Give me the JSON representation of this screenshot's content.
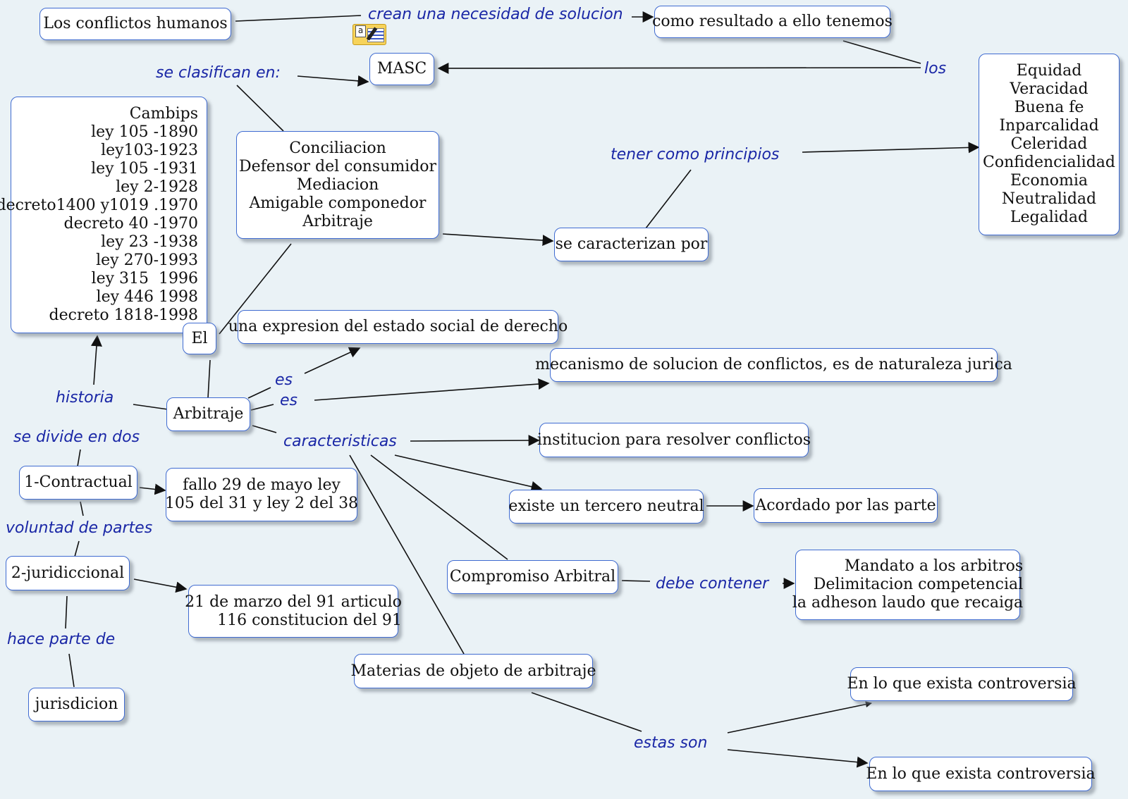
{
  "colors": {
    "background": "#eaf2f6",
    "concept_border": "#3f6bd1",
    "phrase_text": "#1a27a6",
    "line": "#111111"
  },
  "icons": {
    "note": "annotation-note-icon"
  },
  "concepts": {
    "conflictos": "Los conflictos humanos",
    "resultado": "como resultado a ello tenemos",
    "masc": "MASC",
    "clasificacion": "Conciliacion\nDefensor del consumidor\nMediacion\nAmigable componedor\nArbitraje",
    "historia_box": "Cambips\nley 105 -1890\nley103-1923\nley 105 -1931\nley 2-1928\ndecreto1400 y1019 .1970\ndecreto 40 -1970\nley 23 -1938\nley 270-1993\nley 315  1996\nley 446 1998\ndecreto 1818-1998",
    "principios": "Equidad\nVeracidad\nBuena fe\nInparcalidad\nCeleridad\nConfidencialidad\nEconomia\nNeutralidad\nLegalidad",
    "se_caracterizan": "se caracterizan por",
    "el": "El",
    "expresion": "una expresion del estado social de derecho",
    "mecanismo": "mecanismo de solucion de conflictos, es de naturaleza jurica",
    "arbitraje": "Arbitraje",
    "institucion": "institucion para resolver conflictos",
    "tercero": "existe un tercero neutral",
    "acordado": "Acordado por las parte",
    "contractual": "1-Contractual",
    "fallo": "fallo 29 de mayo ley\n105 del 31 y ley 2 del 38",
    "juridiccional": "2-juridiccional",
    "marzo": "21 de marzo del 91 articulo\n116 constitucion del 91",
    "compromiso": "Compromiso Arbitral",
    "mandato": "Mandato a los arbitros\nDelimitacion competencial\nla adheson laudo que recaiga",
    "materias": "Materias de objeto de arbitraje",
    "jurisdicion": "jurisdicion",
    "controversia_1": "En lo que exista controversia",
    "controversia_2": "En lo que exista controversia"
  },
  "phrases": {
    "crean": "crean una necesidad de solucion",
    "se_clasifican": "se clasifican en:",
    "los": "los",
    "tener_principios": "tener como principios",
    "historia": "historia",
    "es_1": "es",
    "es_2": "es",
    "se_divide": "se divide en dos",
    "caracteristicas": "caracteristicas",
    "voluntad": "voluntad de partes",
    "debe_contener": "debe contener",
    "hace_parte": "hace parte de",
    "estas_son": "estas son"
  }
}
